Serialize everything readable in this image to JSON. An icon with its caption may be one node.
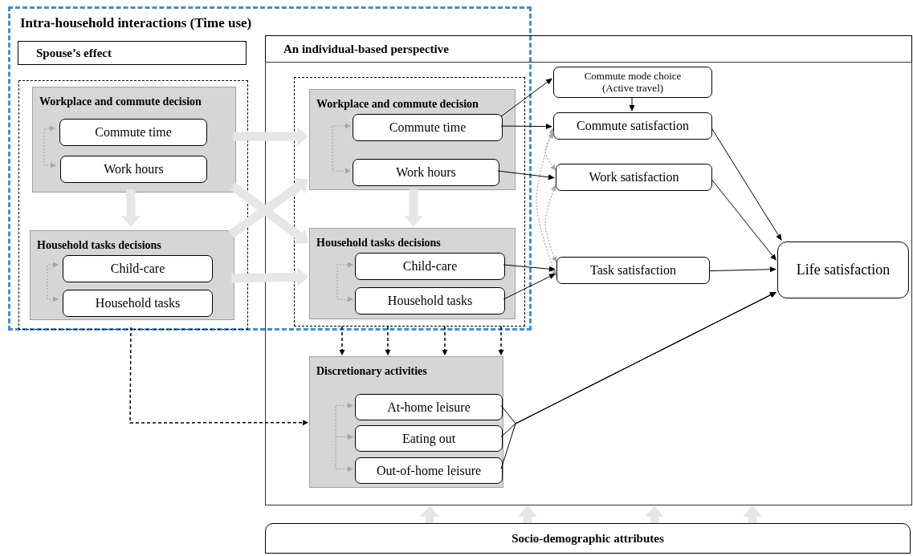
{
  "diagram": {
    "nodes": [
      {
        "text": [
          "Intra-household interactions (Time use)"
        ]
      },
      {
        "text": [
          "Spouse’s effect"
        ],
        "in": 0
      },
      {
        "text": [],
        "shape": "box",
        "in": 0
      },
      {
        "text": [
          "Workplace and commute decision"
        ],
        "in": 2
      },
      {
        "text": [
          "Commute time"
        ],
        "in": 3
      },
      {
        "text": [
          "Work hours"
        ],
        "in": 3
      },
      {
        "text": [
          "Household tasks decisions"
        ],
        "in": 2
      },
      {
        "text": [
          "Child-care"
        ],
        "in": 6
      },
      {
        "text": [
          "Household tasks"
        ],
        "in": 6
      },
      {
        "text": [
          "An individual-based perspective"
        ]
      },
      {
        "text": [],
        "shape": "box"
      },
      {
        "text": [],
        "shape": "box"
      },
      {
        "text": [
          "Workplace and commute decision"
        ],
        "in": 11
      },
      {
        "text": [
          "Commute time"
        ],
        "in": 12
      },
      {
        "text": [
          "Work hours"
        ],
        "in": 12
      },
      {
        "text": [
          "Household tasks decisions"
        ],
        "in": 11
      },
      {
        "text": [
          "Child-care"
        ],
        "in": 15
      },
      {
        "text": [
          "Household tasks"
        ],
        "in": 15
      },
      {
        "text": [
          "Commute mode choice (Active travel)"
        ],
        "in": 10
      },
      {
        "text": [
          "Commute satisfaction"
        ],
        "in": 10
      },
      {
        "text": [
          "Work satisfaction"
        ],
        "in": 10
      },
      {
        "text": [
          "Task satisfaction"
        ],
        "in": 10
      },
      {
        "text": [
          "Life satisfaction"
        ],
        "in": 10
      },
      {
        "text": [
          "Discretionary activities"
        ],
        "in": 10
      },
      {
        "text": [
          "At-home leisure"
        ],
        "in": 23
      },
      {
        "text": [
          "Eating out"
        ],
        "in": 23
      },
      {
        "text": [
          "Out-of-home leisure"
        ],
        "in": 23
      },
      {
        "text": [
          "Socio-demographic attributes"
        ]
      }
    ],
    "edges": [
      {
        "from": 3,
        "to": 12,
        "arrow": "to",
        "style": "thick",
        "color": "#e6e6e6"
      },
      {
        "from": 3,
        "to": 15,
        "arrow": "to",
        "style": "thick",
        "color": "#e6e6e6"
      },
      {
        "from": 6,
        "to": 12,
        "arrow": "to",
        "style": "thick",
        "color": "#e6e6e6"
      },
      {
        "from": 6,
        "to": 15,
        "arrow": "to",
        "style": "thick",
        "color": "#e6e6e6"
      },
      {
        "from": 3,
        "to": 6,
        "arrow": "to",
        "style": "thick",
        "color": "#e6e6e6"
      },
      {
        "from": 12,
        "to": 15,
        "arrow": "to",
        "style": "thick",
        "color": "#e6e6e6"
      },
      {
        "from": 27,
        "to": 10,
        "arrow": "to",
        "style": "thick",
        "color": "#e6e6e6"
      },
      {
        "from": 27,
        "to": 10,
        "arrow": "to",
        "style": "thick",
        "color": "#e6e6e6"
      },
      {
        "from": 27,
        "to": 10,
        "arrow": "to",
        "style": "thick",
        "color": "#e6e6e6"
      },
      {
        "from": 27,
        "to": 10,
        "arrow": "to",
        "style": "thick",
        "color": "#e6e6e6"
      },
      {
        "from": 4,
        "to": 5,
        "arrow": "both",
        "style": "dashed",
        "color": "#a6a6a6"
      },
      {
        "from": 7,
        "to": 8,
        "arrow": "both",
        "style": "dashed",
        "color": "#a6a6a6"
      },
      {
        "from": 13,
        "to": 14,
        "arrow": "both",
        "style": "dashed",
        "color": "#a6a6a6"
      },
      {
        "from": 16,
        "to": 17,
        "arrow": "both",
        "style": "dashed",
        "color": "#a6a6a6"
      },
      {
        "from": 24,
        "to": 25,
        "arrow": "both",
        "style": "dashed",
        "color": "#a6a6a6"
      },
      {
        "from": 25,
        "to": 26,
        "arrow": "both",
        "style": "dashed",
        "color": "#a6a6a6"
      },
      {
        "from": 19,
        "to": 20,
        "arrow": "both",
        "style": "dashed",
        "color": "#a6a6a6"
      },
      {
        "from": 20,
        "to": 21,
        "arrow": "both",
        "style": "dashed",
        "color": "#a6a6a6"
      },
      {
        "from": 19,
        "to": 21,
        "arrow": "both",
        "style": "dashed",
        "color": "#a6a6a6"
      },
      {
        "from": 13,
        "to": 18,
        "arrow": "to"
      },
      {
        "from": 13,
        "to": 19,
        "arrow": "to"
      },
      {
        "from": 14,
        "to": 20,
        "arrow": "to"
      },
      {
        "from": 16,
        "to": 21,
        "arrow": "to"
      },
      {
        "from": 17,
        "to": 21,
        "arrow": "to"
      },
      {
        "from": 18,
        "to": 19,
        "arrow": "to"
      },
      {
        "from": 19,
        "to": 22,
        "arrow": "to"
      },
      {
        "from": 20,
        "to": 22,
        "arrow": "to"
      },
      {
        "from": 21,
        "to": 22,
        "arrow": "to"
      },
      {
        "from": 24,
        "to": 22,
        "arrow": "to"
      },
      {
        "from": 25,
        "to": 22,
        "arrow": "to"
      },
      {
        "from": 26,
        "to": 22,
        "arrow": "to"
      },
      {
        "from": 11,
        "to": 23,
        "arrow": "to",
        "style": "dashed"
      },
      {
        "from": 11,
        "to": 23,
        "arrow": "to",
        "style": "dashed"
      },
      {
        "from": 11,
        "to": 23,
        "arrow": "to",
        "style": "dashed"
      },
      {
        "from": 11,
        "to": 23,
        "arrow": "to",
        "style": "dashed"
      },
      {
        "from": 2,
        "to": 23,
        "arrow": "to",
        "style": "dashed"
      }
    ]
  }
}
